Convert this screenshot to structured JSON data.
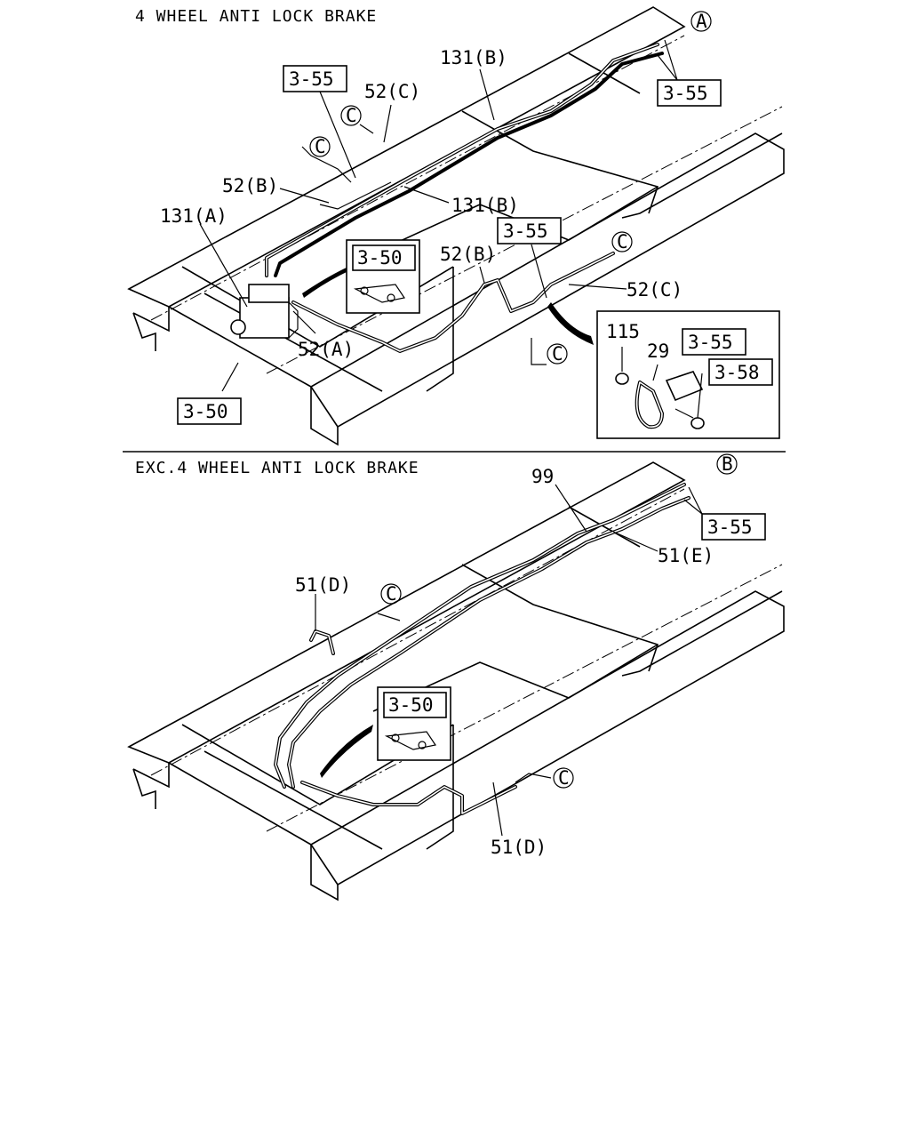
{
  "sections": {
    "top_title": "4 WHEEL ANTI LOCK BRAKE",
    "bottom_title": "EXC.4 WHEEL ANTI LOCK BRAKE"
  },
  "top": {
    "ref_3_55_a": "3-55",
    "ref_3_55_b": "3-55",
    "ref_3_55_c": "3-55",
    "ref_3_55_d": "3-55",
    "ref_3_50_a": "3-50",
    "ref_3_50_b": "3-50",
    "ref_3_58": "3-58",
    "part_131b_top": "131(B)",
    "part_131b_mid": "131(B)",
    "part_131a": "131(A)",
    "part_52c_top": "52(C)",
    "part_52b_left": "52(B)",
    "part_52b_right": "52(B)",
    "part_52a": "52(A)",
    "part_52c_right": "52(C)",
    "part_115": "115",
    "part_29": "29",
    "circle_a": "A",
    "circle_c1": "C",
    "circle_c2": "C",
    "circle_c3": "C",
    "circle_c4": "C"
  },
  "bottom": {
    "ref_3_55": "3-55",
    "ref_3_50": "3-50",
    "part_99": "99",
    "part_51e": "51(E)",
    "part_51d_top": "51(D)",
    "part_51d_bottom": "51(D)",
    "circle_b": "B",
    "circle_c1": "C",
    "circle_c2": "C"
  }
}
